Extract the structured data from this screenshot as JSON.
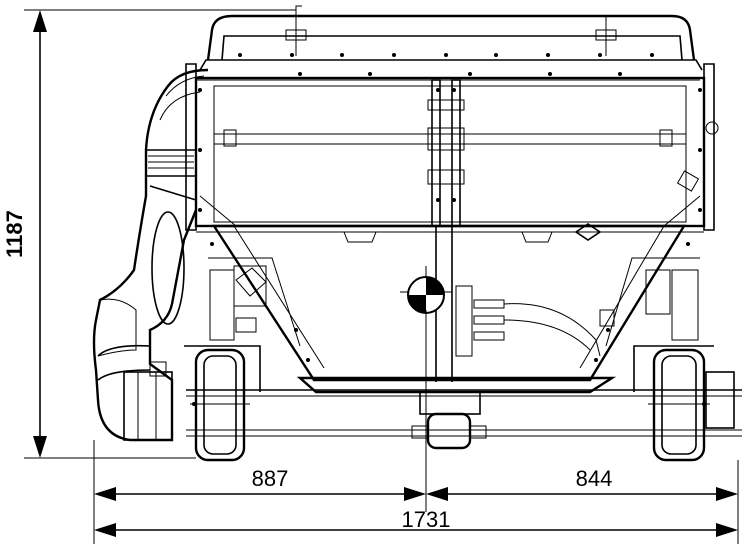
{
  "dimensions": {
    "height": "1187",
    "left_width": "887",
    "right_width": "844",
    "total_width": "1731"
  },
  "colors": {
    "line": "#000000",
    "background": "#ffffff"
  }
}
